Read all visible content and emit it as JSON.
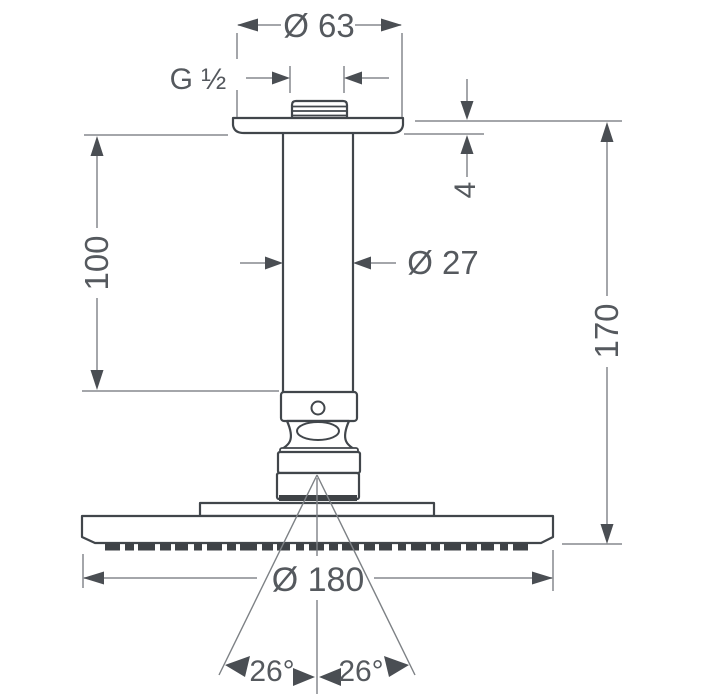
{
  "drawing": {
    "dimensions": {
      "flange_diameter": "Ø 63",
      "thread_size": "G ½",
      "flange_height": "4",
      "arm_length": "100",
      "arm_diameter": "Ø 27",
      "total_height": "170",
      "head_diameter": "Ø 180",
      "spray_angle_left": "26°",
      "spray_angle_right": "26°"
    },
    "colors": {
      "background": "#ffffff",
      "outline": "#41464b",
      "dimension_line": "#85898d",
      "arrow": "#4a4e53",
      "text": "#55595e"
    }
  }
}
